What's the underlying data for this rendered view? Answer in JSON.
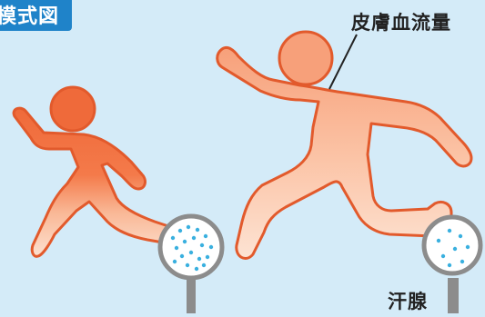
{
  "diagram": {
    "title_badge": "模式図",
    "labels": {
      "skin_blood_flow": "皮膚血流量",
      "sweat_gland": "汗腺"
    }
  },
  "colors": {
    "background": "#d4ebf8",
    "badge": "#1f83c9",
    "runner_small_top": "#ef6a3a",
    "runner_small_bottom": "#fde0cf",
    "runner_large_top": "#f7a27b",
    "runner_large_bottom": "#fde3d3",
    "outline": "#e25a2c",
    "magnifier_frame": "#8c8c8c",
    "sweat_dot": "#3ab0df"
  },
  "icons": {
    "small_runner": "runner-figure-icon",
    "large_runner": "runner-figure-icon",
    "magnifier": "magnifying-glass-icon"
  }
}
